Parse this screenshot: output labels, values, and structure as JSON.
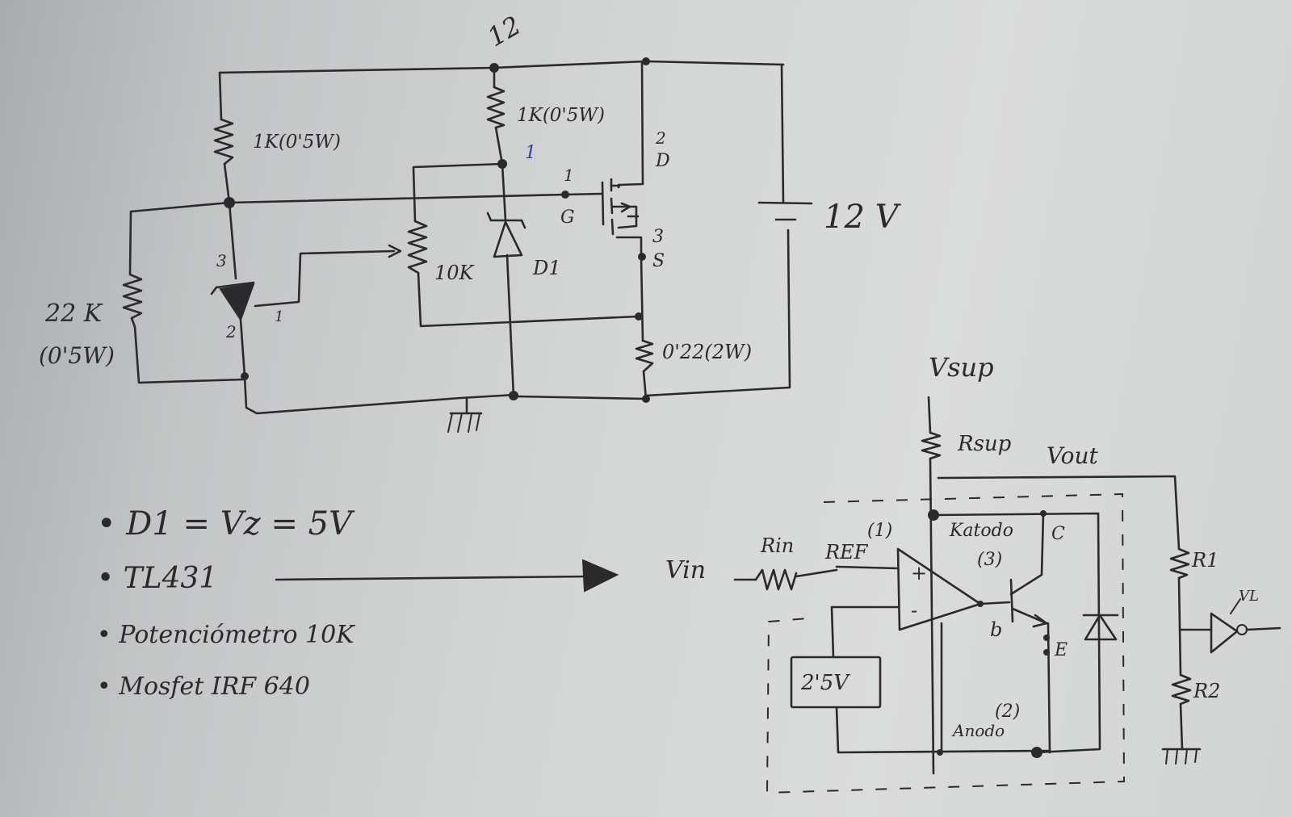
{
  "circuit": {
    "node_top": "12",
    "r_top_left": "1K(0'5W)",
    "r_top_mid": "1K(0'5W)",
    "node_gate_label": "1",
    "node_1_label": "1",
    "pin_gate_num": "1",
    "pin_gate": "G",
    "pin_drain_num": "2",
    "pin_drain": "D",
    "pin_source_num": "3",
    "pin_source": "S",
    "battery": "12 V",
    "r_pot": "22 K",
    "r_pot_power": "(0'5W)",
    "tl_pin_3": "3",
    "tl_pin_2": "2",
    "tl_pin_1": "1",
    "r_10k": "10K",
    "zener": "D1",
    "r_sense": "0'22(2W)"
  },
  "notes": [
    "• D1 = Vz = 5V",
    "• TL431",
    "• Potenciómetro 10K",
    "• Mosfet IRF 640"
  ],
  "tl431": {
    "vsup": "Vsup",
    "rsup": "Rsup",
    "vout": "Vout",
    "vin": "Vin",
    "rin": "Rin",
    "ref": "REF",
    "ref_num": "(1)",
    "katodo": "Katodo",
    "katodo_num": "(3)",
    "anodo": "Anodo",
    "anodo_num": "(2)",
    "c": "C",
    "b": "b",
    "e": "E",
    "plus": "+",
    "minus": "-",
    "vref": "2'5V",
    "r1": "R1",
    "r2": "R2",
    "vl": "VL"
  }
}
